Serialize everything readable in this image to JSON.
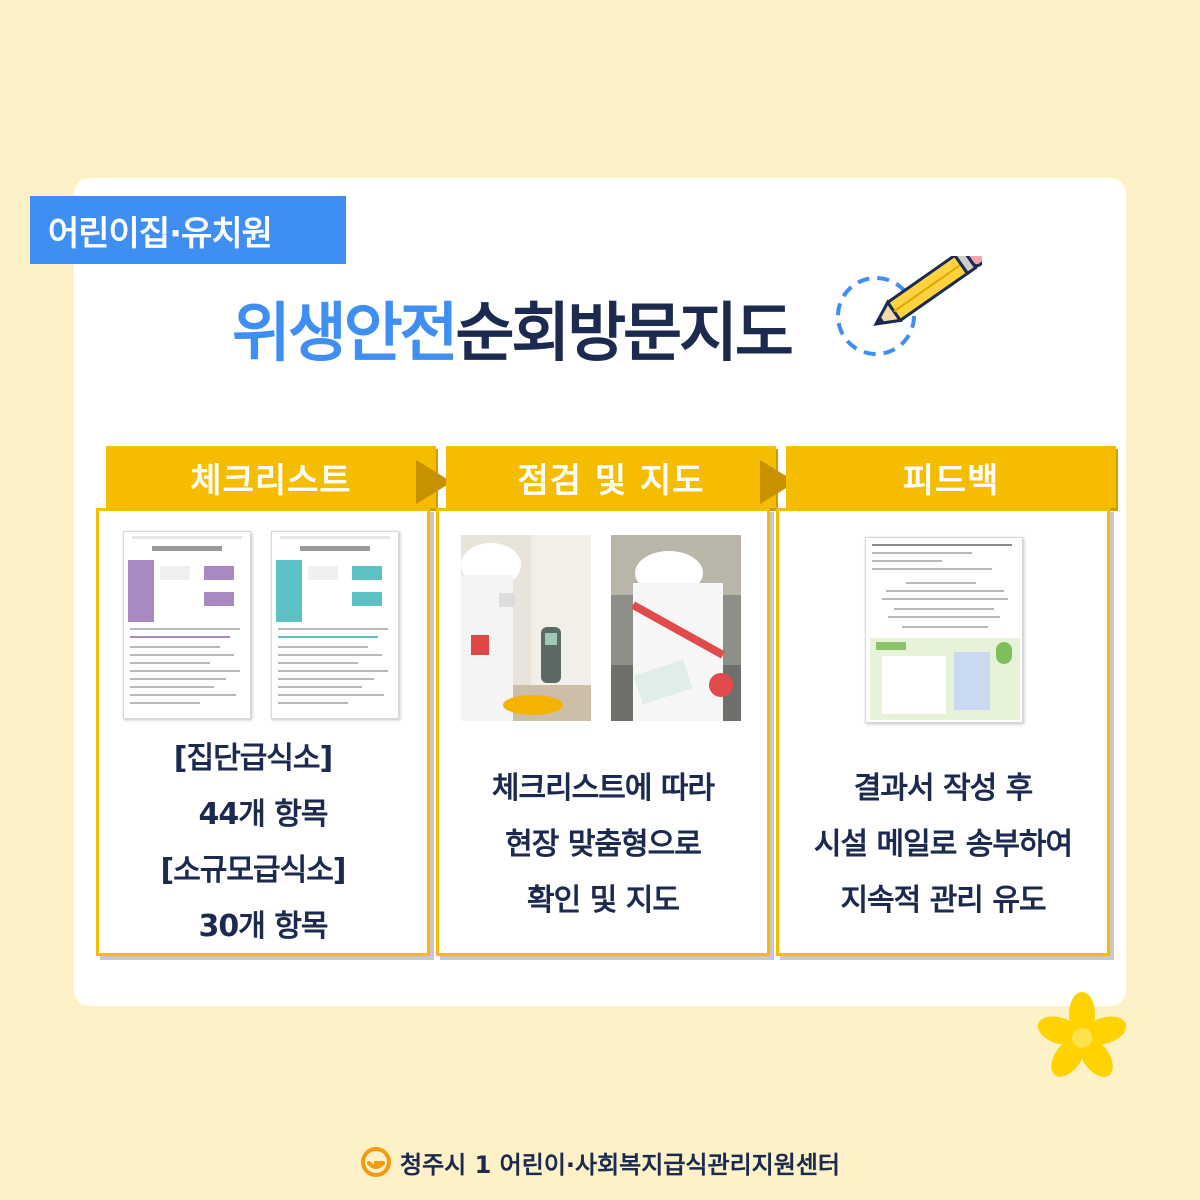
{
  "badge": "어린이집·유치원",
  "title": {
    "part1": "위생안전",
    "part2": "순회방문지도"
  },
  "steps": [
    {
      "head": "체크리스트",
      "lines": [
        "[집단급식소]",
        "44개 항목",
        "[소규모급식소]",
        "30개 항목"
      ]
    },
    {
      "head": "점검 및 지도",
      "lines": [
        "체크리스트에 따라",
        "현장 맞춤형으로",
        "확인 및 지도"
      ]
    },
    {
      "head": "피드백",
      "lines": [
        "결과서 작성 후",
        "시설 메일로 송부하여",
        "지속적 관리 유도"
      ]
    }
  ],
  "footer": "청주시 1 어린이·사회복지급식관리지원센터",
  "colors": {
    "background": "#fdf1c7",
    "accent_blue": "#3f8ef2",
    "accent_yellow": "#f6bc00",
    "text_dark": "#1b2a4e"
  }
}
